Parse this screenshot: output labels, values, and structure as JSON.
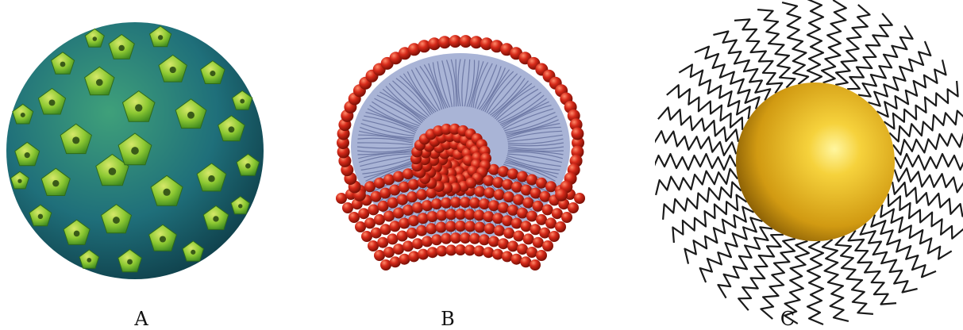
{
  "figure": {
    "panels": [
      {
        "label": "A",
        "depicts": "virus-capsid",
        "colors": {
          "capsomer": "#7fbf2a",
          "capsomer_light": "#b8d64a",
          "shell": "#1f6f7a",
          "background_tint": "#2a8f6f"
        }
      },
      {
        "label": "B",
        "depicts": "liposome-cutaway",
        "colors": {
          "head": "#d62a1a",
          "head_dark": "#8e1408",
          "tail": "#a9b4d6"
        }
      },
      {
        "label": "C",
        "depicts": "polymer-coated-nanoparticle",
        "colors": {
          "core": "#f2c12e",
          "core_dark": "#b8860b",
          "chain": "#1a1a1a"
        }
      }
    ]
  }
}
